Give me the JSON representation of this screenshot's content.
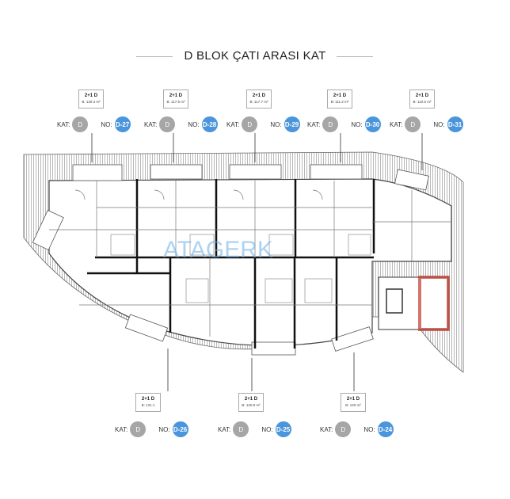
{
  "title": "D BLOK  ÇATI ARASI  KAT",
  "watermark_logo": "ATAGERK",
  "colors": {
    "floor_badge": "#a6a6a6",
    "unit_badge": "#4a95dc"
  },
  "labels": {
    "kat": "KAT:",
    "no": "NO:"
  },
  "top_units": [
    {
      "type": "2+1 D",
      "area": "B: 129.3 m²",
      "floor": "D",
      "no": "D-27"
    },
    {
      "type": "2+1 D",
      "area": "B: 117.6 m²",
      "floor": "D",
      "no": "D-28"
    },
    {
      "type": "2+1 D",
      "area": "B: 117.7 m²",
      "floor": "D",
      "no": "D-29"
    },
    {
      "type": "2+1 D",
      "area": "B: 111.2 m²",
      "floor": "D",
      "no": "D-30"
    },
    {
      "type": "2+1 D",
      "area": "B: 110.5 m²",
      "floor": "D",
      "no": "D-31"
    }
  ],
  "bottom_units": [
    {
      "type": "2+1 D",
      "area": "B: 131.1",
      "floor": "D",
      "no": "D-26"
    },
    {
      "type": "2+1 D",
      "area": "B: 120.8 m²",
      "floor": "D",
      "no": "D-25"
    },
    {
      "type": "2+1 D",
      "area": "B: 120 m²",
      "floor": "D",
      "no": "D-24"
    }
  ]
}
